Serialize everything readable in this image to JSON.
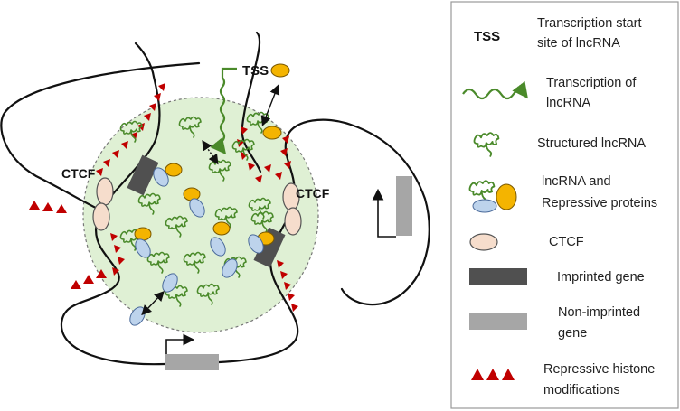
{
  "diagram": {
    "labels": {
      "tss": "TSS",
      "ctcf_left": "CTCF",
      "ctcf_right": "CTCF"
    },
    "colors": {
      "rna_green": "#4a8a2a",
      "condensate_fill": "#dff0d4",
      "histone_red": "#c00000",
      "repressive_protein_yellow": "#f4b400",
      "blue_protein": "#bdd3ec",
      "ctcf_pink": "#f6ddcc",
      "imprinted_gene": "#505050",
      "non_imprinted_gene": "#a6a6a6"
    }
  },
  "legend": {
    "items": [
      {
        "symbol": "TSS",
        "lines": [
          "Transcription start",
          "site of lncRNA"
        ]
      },
      {
        "symbol": "wavy-arrow-icon",
        "lines": [
          "Transcription of",
          "lncRNA"
        ]
      },
      {
        "symbol": "structured-rna-icon",
        "lines": [
          "Structured lncRNA"
        ]
      },
      {
        "symbol": "rna-protein-complex-icon",
        "lines": [
          "lncRNA and",
          "Repressive proteins"
        ]
      },
      {
        "symbol": "ctcf-icon",
        "lines": [
          "CTCF"
        ]
      },
      {
        "symbol": "imprinted-gene-icon",
        "lines": [
          "Imprinted gene"
        ]
      },
      {
        "symbol": "non-imprinted-gene-icon",
        "lines": [
          "Non-imprinted",
          "gene"
        ]
      },
      {
        "symbol": "histone-marks-icon",
        "lines": [
          "Repressive histone",
          "modifications"
        ]
      }
    ]
  }
}
